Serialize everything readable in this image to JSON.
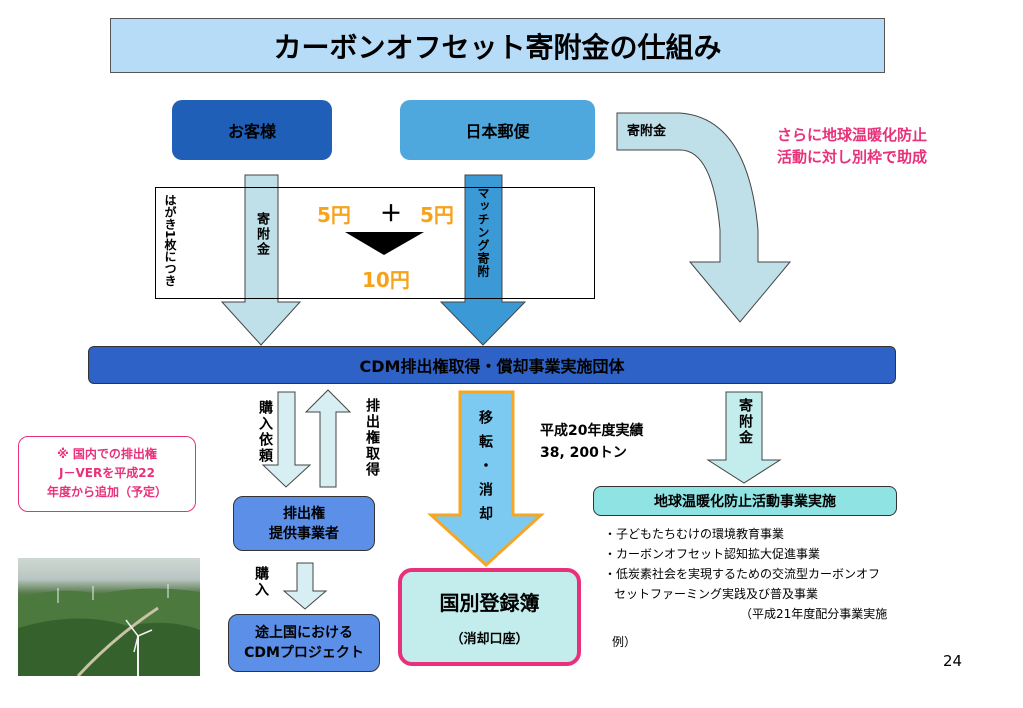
{
  "title": "カーボンオフセット寄附金の仕組み",
  "customer": "お客様",
  "japan_post": "日本郵便",
  "donation_top": "寄附金",
  "pink_note": [
    "さらに地球温暖化防止",
    "活動に対し別枠で助成"
  ],
  "per_card": "はがき1枚につき",
  "donation_left": "寄附金",
  "five_yen_a": "5円",
  "plus": "＋",
  "five_yen_b": "5円",
  "ten_yen": "10円",
  "matching": "マッチング寄附",
  "cdm_org": "CDM排出権取得・償却事業実施団体",
  "purchase_request": "購入依頼",
  "credit_acquire": "排出権取得",
  "transfer_retire": "移転・消却",
  "results": [
    "平成20年度実績",
    "38, 200トン"
  ],
  "donation_right": "寄附金",
  "jver_note": [
    "※ 国内での排出権",
    "J－VERを平成22",
    "年度から追加（予定）"
  ],
  "provider": [
    "排出権",
    "提供事業者"
  ],
  "purchase": "購入",
  "developing": [
    "途上国における",
    "CDMプロジェクト"
  ],
  "registry": "国別登録簿",
  "registry_sub": "（消却口座）",
  "activities_title": "地球温暖化防止活動事業実施",
  "activities": [
    "・子どもたちむけの環境教育事業",
    "・カーボンオフセット認知拡大促進事業",
    "・低炭素社会を実現するための交流型カーボンオフ",
    "セットファーミング実践及び普及事業"
  ],
  "activities_note": "（平成21年度配分事業実施",
  "activities_note2": "例）",
  "page_number": "24",
  "colors": {
    "dark_blue": "#1f5fb8",
    "mid_blue": "#4fa8dd",
    "light_cyan": "#b7dcf7",
    "pink": "#e8317a",
    "orange": "#f7a21b",
    "aqua": "#c3ecec"
  }
}
